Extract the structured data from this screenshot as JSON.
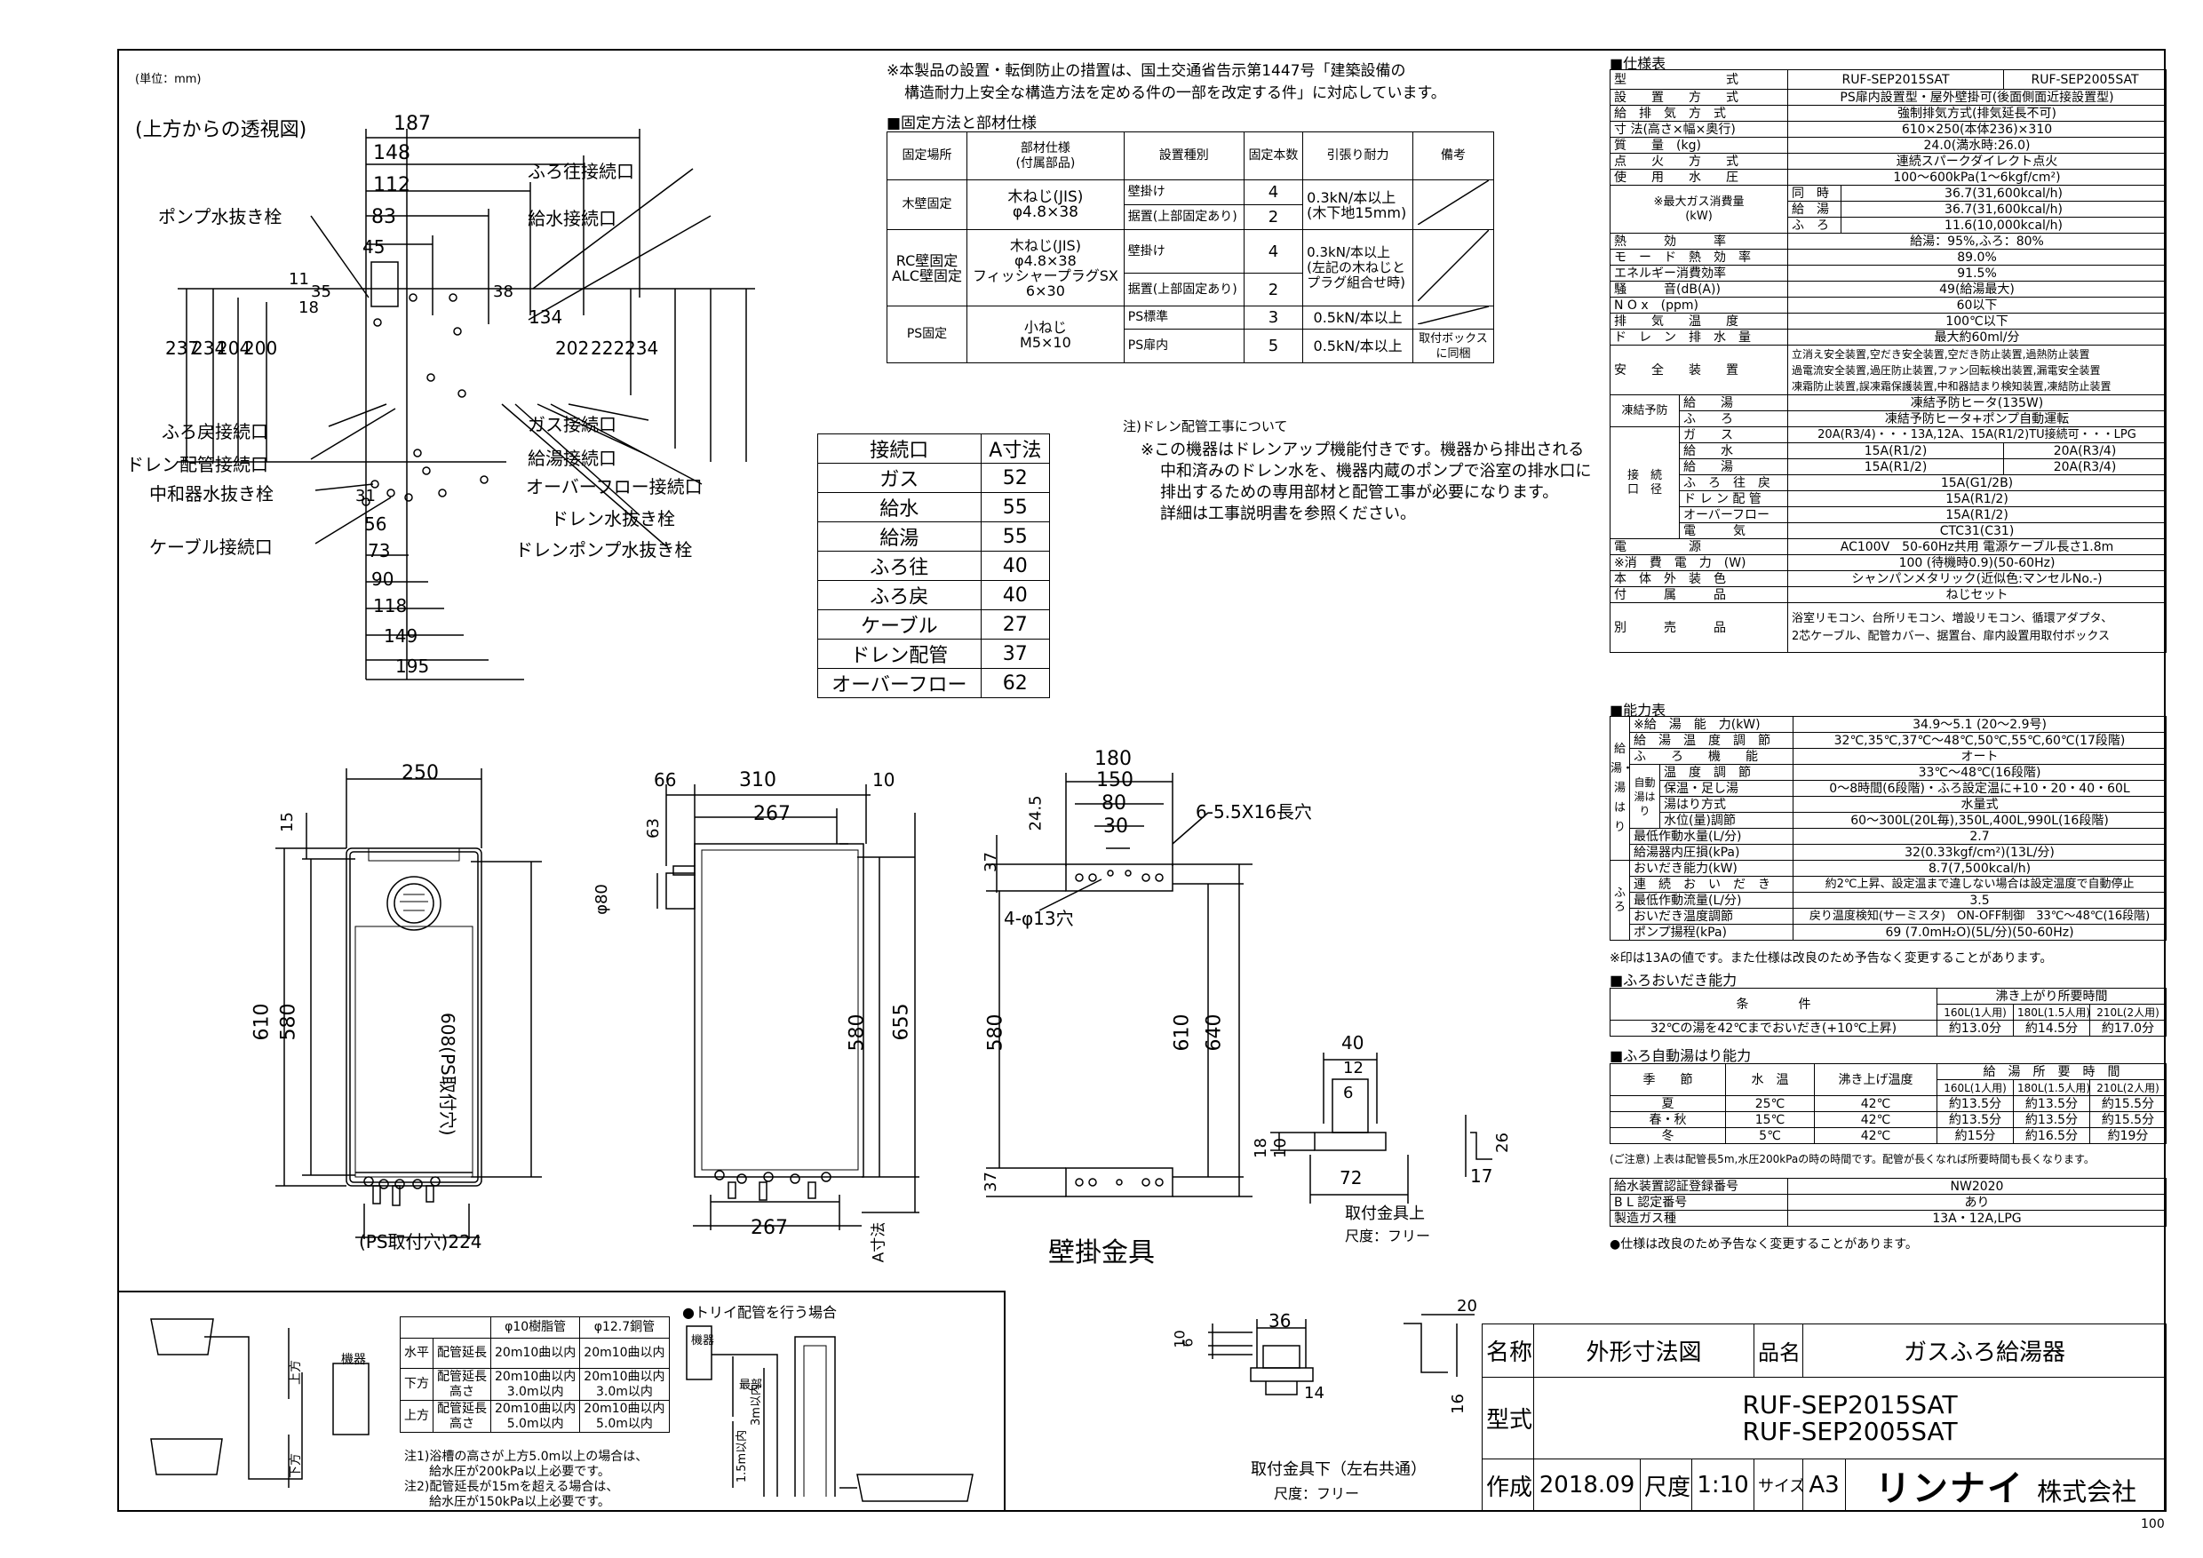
{
  "unit_label": "(単位：mm)",
  "top_view_title": "(上方からの透視図)",
  "top_view": {
    "labels": [
      "ポンプ水抜き栓",
      "ふろ往接続口",
      "給水接続口",
      "ふろ戻接続口",
      "ガス接続口",
      "ドレン配管接続口",
      "給湯接続口",
      "中和器水抜き栓",
      "オーバーフロー接続口",
      "ドレン水抜き栓",
      "ケーブル接続口",
      "ドレンポンプ水抜き栓"
    ],
    "dims_top": [
      "187",
      "148",
      "112",
      "83",
      "45"
    ],
    "dims_small": [
      "35",
      "18",
      "11",
      "38"
    ],
    "dims_left": [
      "237",
      "234",
      "204",
      "200"
    ],
    "dims_right": [
      "134",
      "202",
      "222",
      "234"
    ],
    "dims_bottom": [
      "31",
      "56",
      "73",
      "90",
      "118",
      "149",
      "195"
    ]
  },
  "top_note": [
    "※本製品の設置・転倒防止の措置は、国土交通省告示第1447号「建築設備の",
    "構造耐力上安全な構造方法を定める件の一部を改定する件」に対応しています。"
  ],
  "fix_title": "■固定方法と部材仕様",
  "fix_table": {
    "headers": [
      "固定場所",
      "部材仕様\n(付属部品)",
      "設置種別",
      "固定本数",
      "引張り耐力",
      "備考"
    ],
    "rows": [
      [
        "木壁固定",
        "木ねじ(JIS)\nφ4.8×38",
        "壁掛け",
        "4",
        "0.3kN/本以上\n(木下地15mm)",
        ""
      ],
      [
        "",
        "",
        "据置(上部固定あり)",
        "2",
        "",
        ""
      ],
      [
        "RC壁固定\nALC壁固定",
        "木ねじ(JIS)\nφ4.8×38\nフィッシャープラグSX\n6×30",
        "壁掛け",
        "4",
        "0.3kN/本以上\n(左記の木ねじと\nプラグ組合せ時)",
        ""
      ],
      [
        "",
        "",
        "据置(上部固定あり)",
        "2",
        "",
        ""
      ],
      [
        "PS固定",
        "小ねじ\nM5×10",
        "PS標準",
        "3",
        "0.5kN/本以上",
        ""
      ],
      [
        "",
        "",
        "PS扉内",
        "5",
        "0.5kN/本以上",
        "取付ボックス\nに同梱"
      ]
    ]
  },
  "drain_note": [
    "注)ドレン配管工事について",
    "※この機器はドレンアップ機能付きです。機器から排出される",
    "中和済みのドレン水を、機器内蔵のポンプで浴室の排水口に",
    "排出するための専用部材と配管工事が必要になります。",
    "詳細は工事説明書を参照ください。"
  ],
  "conn_table": {
    "headers": [
      "接続口",
      "A寸法"
    ],
    "rows": [
      [
        "ガス",
        "52"
      ],
      [
        "給水",
        "55"
      ],
      [
        "給湯",
        "55"
      ],
      [
        "ふろ往",
        "40"
      ],
      [
        "ふろ戻",
        "40"
      ],
      [
        "ケーブル",
        "27"
      ],
      [
        "ドレン配管",
        "37"
      ],
      [
        "オーバーフロー",
        "62"
      ]
    ]
  },
  "front_view": {
    "w": "250",
    "h1": "610",
    "h2": "580",
    "top": "15",
    "ps_height": "608(PS取付穴)",
    "ps_width": "(PS取付穴)224"
  },
  "side_view": {
    "d1": "66",
    "d2": "310",
    "d3": "10",
    "d4": "267",
    "d5": "63",
    "phi": "φ80",
    "h1": "580",
    "h2": "655",
    "bottom": "267",
    "a": "A寸法"
  },
  "bracket_view": {
    "w1": "180",
    "w2": "150",
    "w3": "80",
    "w4": "30",
    "h1": "24.5",
    "h2": "37",
    "slot": "6-5.5X16長穴",
    "holes": "4-φ13穴",
    "h3": "580",
    "h4": "610",
    "h5": "640",
    "h6": "37",
    "title": "壁掛金具"
  },
  "upper_bracket": {
    "d1": "40",
    "d2": "12",
    "d3": "6",
    "d4": "18",
    "d5": "10",
    "d6": "72",
    "d7": "26",
    "d8": "17",
    "title": "取付金具上",
    "scale": "尺度：フリー"
  },
  "lower_bracket": {
    "d1": "36",
    "d2": "10",
    "d3": "6",
    "d4": "14",
    "d5": "20",
    "d6": "16",
    "title": "取付金具下（左右共通）",
    "scale": "尺度：フリー"
  },
  "pipe_table": {
    "headers": [
      "",
      "",
      "φ10樹脂管",
      "φ12.7銅管"
    ],
    "rows": [
      [
        "水平",
        "配管延長",
        "20m10曲以内",
        "20m10曲以内"
      ],
      [
        "下方",
        "配管延長\n高さ",
        "20m10曲以内\n3.0m以内",
        "20m10曲以内\n3.0m以内"
      ],
      [
        "上方",
        "配管延長\n高さ",
        "20m10曲以内\n5.0m以内",
        "20m10曲以内\n5.0m以内"
      ]
    ],
    "notes": [
      "注1)浴槽の高さが上方5.0m以上の場合は、",
      "　　給水圧が200kPa以上必要です。",
      "注2)配管延長が15mを超える場合は、",
      "　　給水圧が150kPa以上必要です。"
    ],
    "labels": {
      "up": "上方",
      "down": "下方",
      "unit": "機器"
    }
  },
  "trap_title": "●トリイ配管を行う場合",
  "trap_labels": {
    "unit": "機器",
    "top": "最部",
    "h3": "3m以内",
    "h15": "1.5m以内"
  },
  "spec_title": "■仕様表",
  "spec": {
    "model_row": [
      "型　　　　　　　　式",
      "RUF-SEP2015SAT",
      "RUF-SEP2005SAT"
    ],
    "rows": [
      [
        "設　　置　　方　　式",
        "PS扉内設置型・屋外壁掛可(後面側面近接設置型)"
      ],
      [
        "給　排　気　方　式",
        "強制排気方式(排気延長不可)"
      ],
      [
        "寸 法(高さ×幅×奥行)",
        "610×250(本体236)×310"
      ],
      [
        "質　　量　(kg)",
        "24.0(満水時:26.0)"
      ],
      [
        "点　　火　　方　　式",
        "連続スパークダイレクト点火"
      ],
      [
        "使　　用　　水　　圧",
        "100〜600kPa(1〜6kgf/cm²)"
      ]
    ],
    "gas_label": "※最大ガス消費量\n(kW)",
    "gas_rows": [
      [
        "同　時",
        "36.7(31,600kcal/h)"
      ],
      [
        "給　湯",
        "36.7(31,600kcal/h)"
      ],
      [
        "ふ　ろ",
        "11.6(10,000kcal/h)"
      ]
    ],
    "rows2": [
      [
        "熱　　　効　　　率",
        "給湯：95%,ふろ：80%"
      ],
      [
        "モ　ー　ド　熱　効　率",
        "89.0%"
      ],
      [
        "エネルギー消費効率",
        "91.5%"
      ],
      [
        "騒　　　音(dB(A))",
        "49(給湯最大)"
      ],
      [
        "N O x　(ppm)",
        "60以下"
      ],
      [
        "排　　気　　温　　度",
        "100℃以下"
      ],
      [
        "ド　レ　ン　排　水　量",
        "最大約60ml/分"
      ]
    ],
    "safety_label": "安　　全　　装　　置",
    "safety": [
      "立消え安全装置,空だき安全装置,空だき防止装置,過熱防止装置",
      "過電流安全装置,過圧防止装置,ファン回転検出装置,漏電安全装置",
      "凍霜防止装置,誤凍霜保護装置,中和器詰まり検知装置,凍結防止装置"
    ],
    "freeze_label": "凍結予防",
    "freeze": [
      [
        "給　　湯",
        "凍結予防ヒータ(135W)"
      ],
      [
        "ふ　　ろ",
        "凍結予防ヒータ+ポンプ自動運転"
      ]
    ],
    "conn_label": "接　続\n口　径",
    "conn": [
      [
        "ガ　　ス",
        "20A(R3/4)・・・13A,12A、15A(R1/2)TU接続可・・・LPG"
      ],
      [
        "給　　水",
        "15A(R1/2)",
        "20A(R3/4)"
      ],
      [
        "給　　湯",
        "15A(R1/2)",
        "20A(R3/4)"
      ],
      [
        "ふ　ろ　往　戻",
        "15A(G1/2B)"
      ],
      [
        "ド レ ン 配 管",
        "15A(R1/2)"
      ],
      [
        "オーバーフロー",
        "15A(R1/2)"
      ],
      [
        "電　　　気",
        "CTC31(C31)"
      ]
    ],
    "rows3": [
      [
        "電　　　　　源",
        "AC100V　50-60Hz共用 電源ケーブル長さ1.8m"
      ],
      [
        "※消　費　電　力　(W)",
        "100 (待機時0.9)(50-60Hz)"
      ],
      [
        "本　体　外　装　色",
        "シャンパンメタリック(近似色:マンセルNo.-)"
      ],
      [
        "付　　　属　　　品",
        "ねじセット"
      ]
    ],
    "sold_label": "別　　　売　　　品",
    "sold": [
      "浴室リモコン、台所リモコン、増設リモコン、循環アダプタ、",
      "2芯ケーブル、配管カバー、据置台、扉内設置用取付ボックス"
    ]
  },
  "perf_title": "■能力表",
  "perf": {
    "side1": "給湯・湯はり",
    "side2": "ふろ",
    "rows": [
      [
        "",
        "※給　湯　能　力(kW)",
        "34.9〜5.1 (20〜2.9号)"
      ],
      [
        "",
        "給　湯　温　度　調　節",
        "32℃,35℃,37℃〜48℃,50℃,55℃,60℃(17段階)"
      ],
      [
        "",
        "ふ　　ろ　　機　　能",
        "オート"
      ],
      [
        "自動\n湯はり",
        "温　度　調　節",
        "33℃〜48℃(16段階)"
      ],
      [
        "",
        "保温・足し湯",
        "0〜8時間(6段階)・ふろ設定温に+10・20・40・60L"
      ],
      [
        "",
        "湯はり方式",
        "水量式"
      ],
      [
        "",
        "水位(量)調節",
        "60〜300L(20L毎),350L,400L,990L(16段階)"
      ],
      [
        "",
        "最低作動水量(L/分)",
        "2.7"
      ],
      [
        "",
        "給湯器内圧損(kPa)",
        "32(0.33kgf/cm²)(13L/分)"
      ],
      [
        "",
        "おいだき能力(kW)",
        "8.7(7,500kcal/h)"
      ],
      [
        "",
        "連　続　お　い　だ　き",
        "約2℃上昇、設定温まで違しない場合は設定温度で自動停止"
      ],
      [
        "",
        "最低作動流量(L/分)",
        "3.5"
      ],
      [
        "",
        "おいだき温度調節",
        "戻り温度検知(サーミスタ)　ON-OFF制御　33℃〜48℃(16段階)"
      ],
      [
        "",
        "ポンプ揚程(kPa)",
        "69 (7.0mH₂O)(5L/分)(50-60Hz)"
      ]
    ],
    "footnote": "※印は13Aの値です。また仕様は改良のため予告なく変更することがあります。"
  },
  "reheat_title": "■ふろおいだき能力",
  "reheat": {
    "h1": "条　　　　件",
    "h2": "沸き上がり所要時間",
    "cols": [
      "160L(1人用)",
      "180L(1.5人用)",
      "210L(2人用)"
    ],
    "row": [
      "32℃の湯を42℃までおいだき(+10℃上昇)",
      "約13.0分",
      "約14.5分",
      "約17.0分"
    ]
  },
  "autofill_title": "■ふろ自動湯はり能力",
  "autofill": {
    "headers": [
      "季　　節",
      "水　温",
      "沸き上げ温度",
      "給　湯　所　要　時　間"
    ],
    "cols": [
      "160L(1人用)",
      "180L(1.5人用)",
      "210L(2人用)"
    ],
    "rows": [
      [
        "夏",
        "25℃",
        "42℃",
        "約13.5分",
        "約13.5分",
        "約15.5分"
      ],
      [
        "春・秋",
        "15℃",
        "42℃",
        "約13.5分",
        "約13.5分",
        "約15.5分"
      ],
      [
        "冬",
        "5℃",
        "42℃",
        "約15分",
        "約16.5分",
        "約19分"
      ]
    ],
    "note": "(ご注意) 上表は配管長5m,水圧200kPaの時の時間です。配管が長くなれば所要時間も長くなります。"
  },
  "cert": [
    [
      "給水装置認証登録番号",
      "NW2020"
    ],
    [
      "B L 認定番号",
      "あり"
    ],
    [
      "製造ガス種",
      "13A・12A,LPG"
    ]
  ],
  "cert_note": "●仕様は改良のため予告なく変更することがあります。",
  "title_block": {
    "name_label": "名称",
    "name_value": "外形寸法図",
    "product_label": "品名",
    "product_value": "ガスふろ給湯器",
    "model_label": "型式",
    "model_values": [
      "RUF-SEP2015SAT",
      "RUF-SEP2005SAT"
    ],
    "made_label": "作成",
    "date": "2018.09",
    "scale_label": "尺度",
    "scale": "1:10",
    "size_label": "サイズ",
    "size": "A3",
    "company_logo": "リンナイ",
    "company_suffix": "株式会社"
  },
  "page_number": "100"
}
